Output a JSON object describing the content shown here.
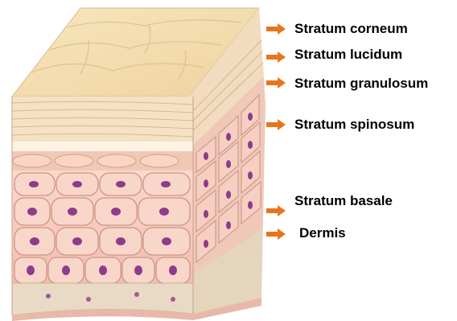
{
  "labels": [
    {
      "id": "corneum",
      "text": "Stratum corneum"
    },
    {
      "id": "lucidum",
      "text": "Stratum lucidum"
    },
    {
      "id": "granulosum",
      "text": "Stratum granulosum"
    },
    {
      "id": "spinosum",
      "text": "Stratum spinosum"
    },
    {
      "id": "basale",
      "text": "Stratum basale"
    },
    {
      "id": "dermis",
      "text": "Dermis"
    }
  ],
  "colors": {
    "arrow": "#E8741E",
    "corneum": "#F4E0B4",
    "cell": "#F6CFC2",
    "nucleus": "#8E3B8C",
    "dermis": "#E7D9C2"
  }
}
